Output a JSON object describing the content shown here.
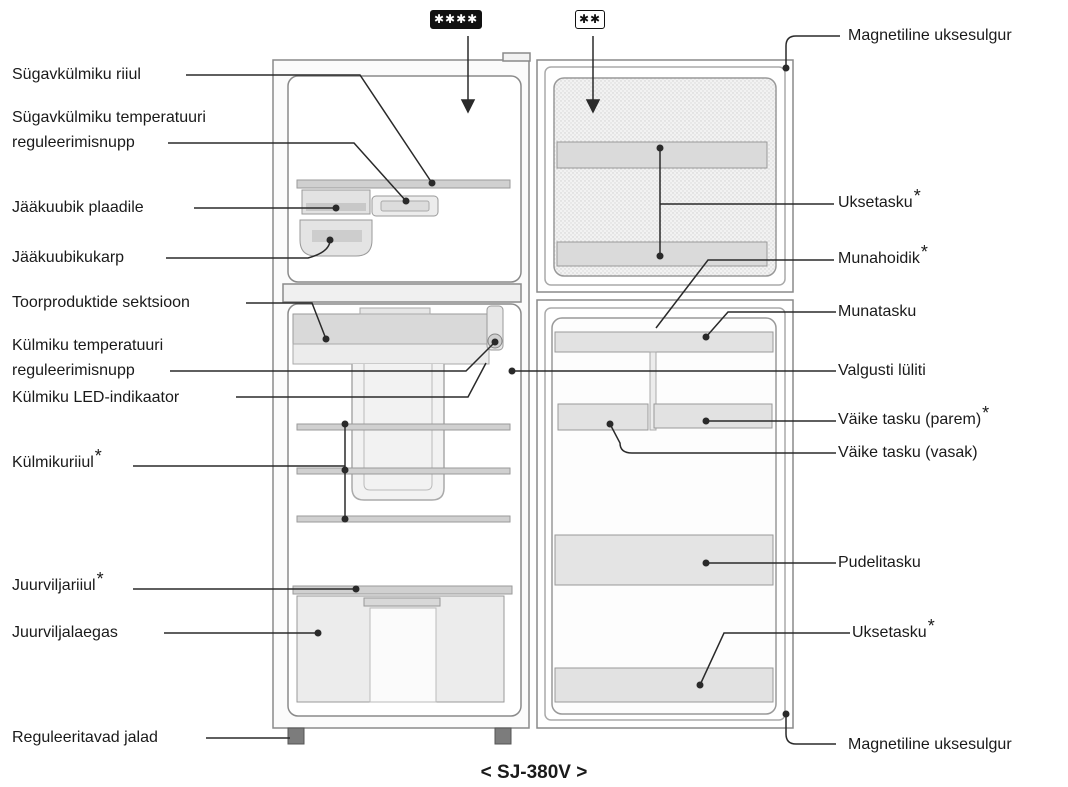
{
  "model": "< SJ-380V >",
  "badges": {
    "freezer_star": "✱✱✱✱",
    "door_star": "✱✱"
  },
  "labels": {
    "sugavkulmiku_riiul": "Sügavkülmiku riiul",
    "sugavkulmiku_temp_line1": "Sügavkülmiku temperatuuri",
    "sugavkulmiku_temp_line2": "reguleerimisnupp",
    "jaakuubik_plaadile": "Jääkuubik plaadile",
    "jaakuubikukarp": "Jääkuubikukarp",
    "toorproduktide": "Toorproduktide sektsioon",
    "kulmiku_temp_line1": "Külmiku temperatuuri",
    "kulmiku_temp_line2": "reguleerimisnupp",
    "kulmiku_led": "Külmiku LED-indikaator",
    "kulmikuriiul": "Külmikuriiul",
    "juurviljariiul": "Juurviljariiul",
    "juurviljalaegas": "Juurviljalaegas",
    "reguleeritavad_jalad": "Reguleeritavad jalad",
    "magnetiline_top": "Magnetiline uksesulgur",
    "uksetasku_top": "Uksetasku",
    "munahoidik": "Munahoidik",
    "munatasku": "Munatasku",
    "valgusti_luliti": "Valgusti lüliti",
    "vaike_tasku_parem": "Väike tasku (parem)",
    "vaike_tasku_vasak": "Väike tasku (vasak)",
    "pudelitasku": "Pudelitasku",
    "uksetasku_bottom": "Uksetasku",
    "magnetiline_bottom": "Magnetiline uksesulgur",
    "asterisk": "*"
  },
  "colors": {
    "line": "#2a2a2a",
    "outline": "#8a8a8a",
    "shelf": "#d0d0d0",
    "shelf_dark": "#b8b8b8",
    "panel": "#f4f4f4"
  }
}
